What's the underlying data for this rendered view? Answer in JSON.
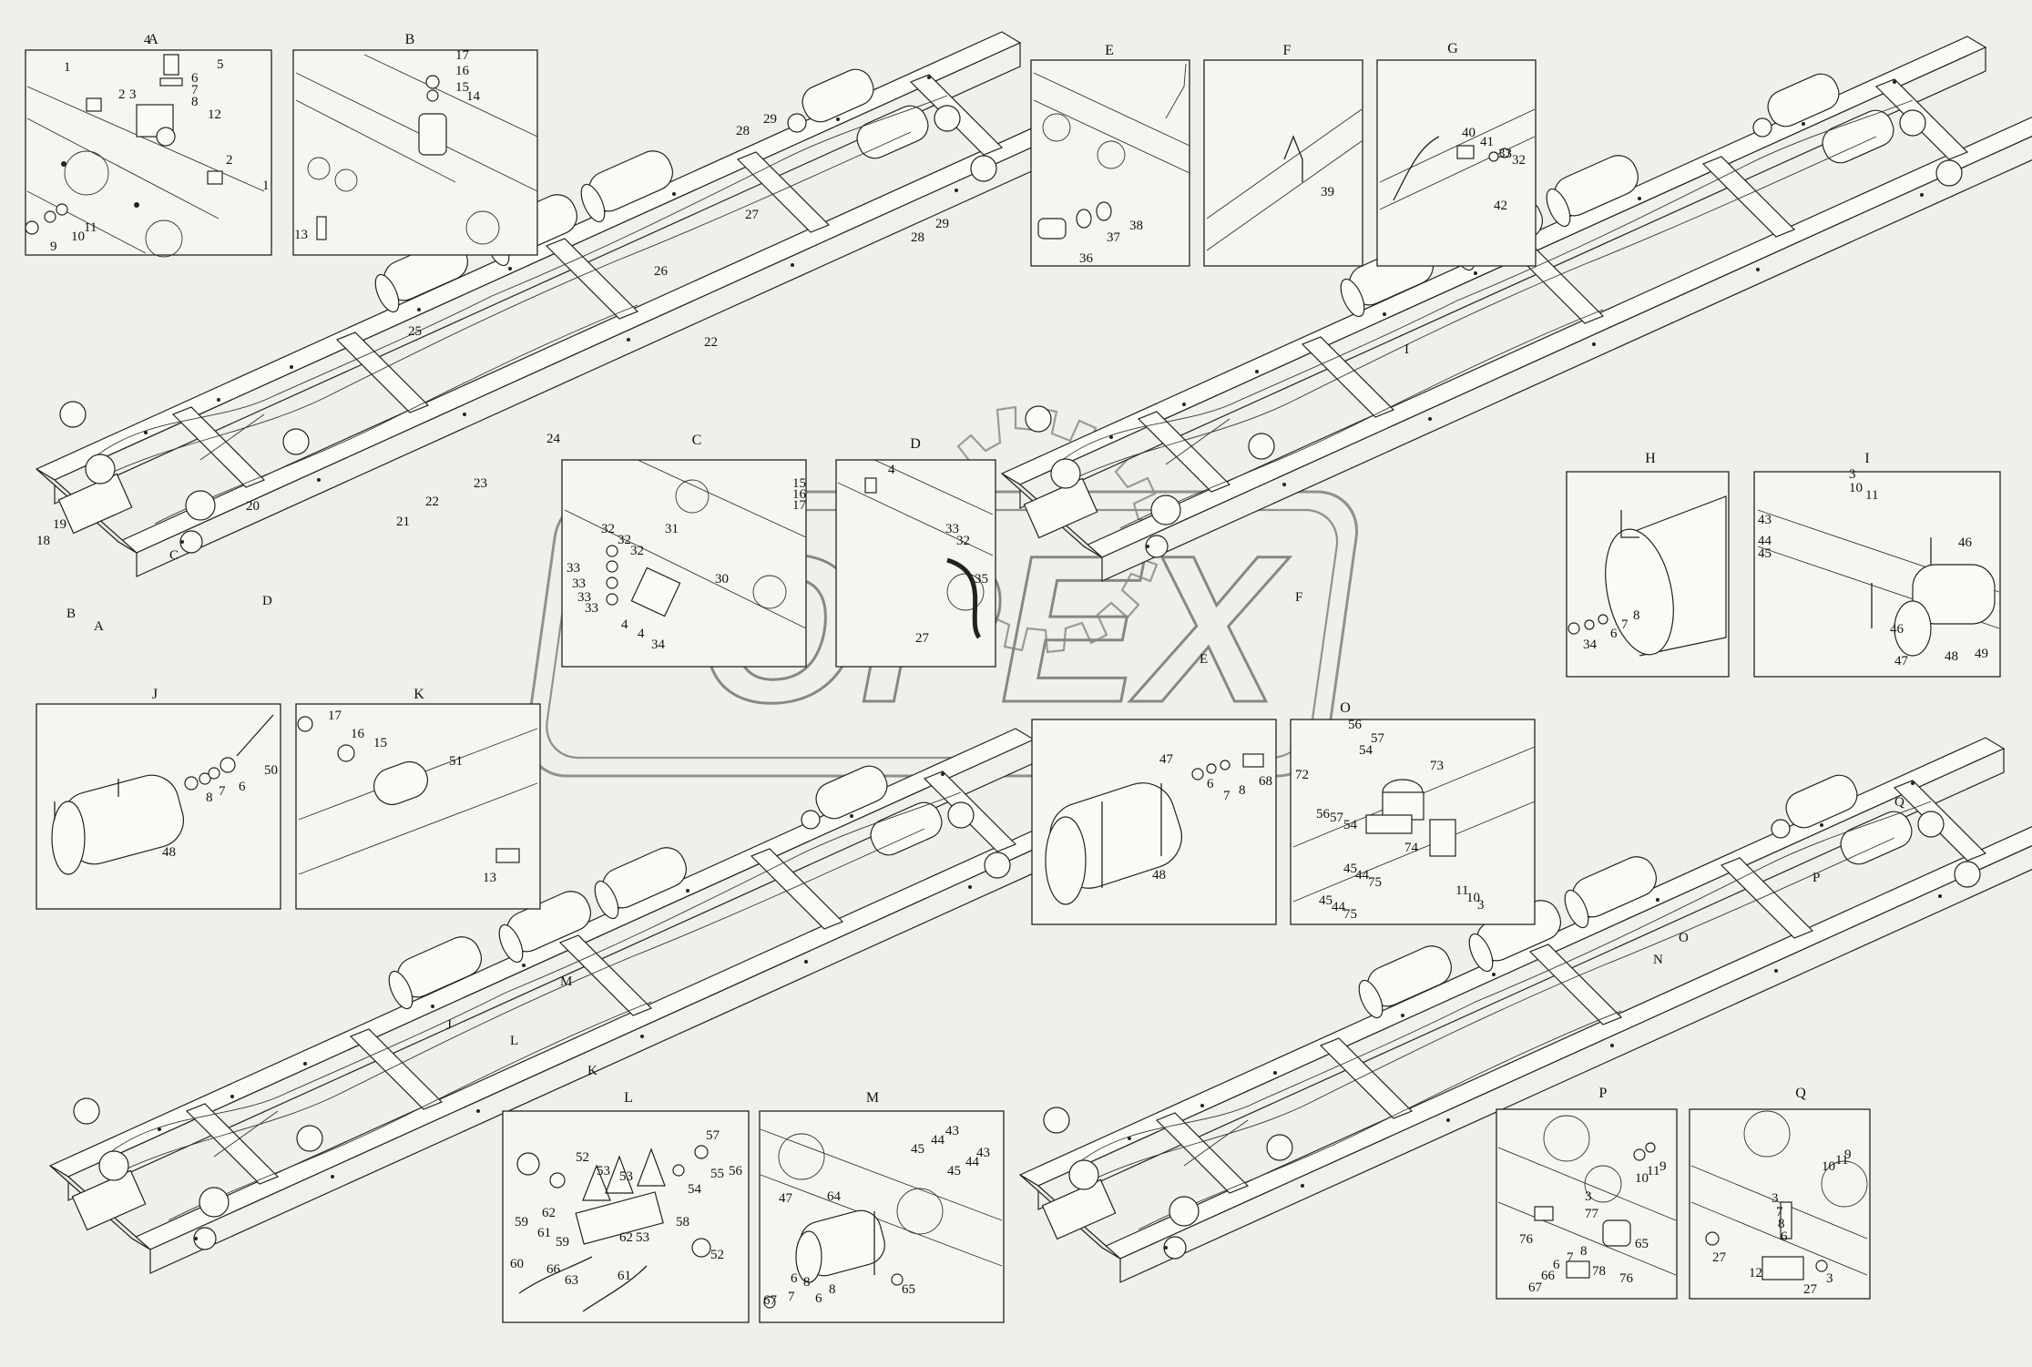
{
  "watermark": "OPEX",
  "panels": [
    {
      "key": "A",
      "title": "A",
      "callouts": [
        "1",
        "4",
        "5",
        "2",
        "3",
        "6",
        "7",
        "8",
        "12",
        "2",
        "1",
        "11",
        "10",
        "9"
      ]
    },
    {
      "key": "B",
      "title": "B",
      "callouts": [
        "17",
        "16",
        "15",
        "14",
        "13"
      ]
    },
    {
      "key": "C",
      "title": "C",
      "callouts": [
        "15",
        "16",
        "17",
        "31",
        "32",
        "32",
        "32",
        "33",
        "33",
        "33",
        "33",
        "30",
        "4",
        "4",
        "34"
      ]
    },
    {
      "key": "D",
      "title": "D",
      "callouts": [
        "4",
        "33",
        "32",
        "35",
        "27"
      ]
    },
    {
      "key": "E",
      "title": "E",
      "callouts": [
        "38",
        "37",
        "36"
      ]
    },
    {
      "key": "F",
      "title": "F",
      "callouts": [
        "39"
      ]
    },
    {
      "key": "G",
      "title": "G",
      "callouts": [
        "40",
        "41",
        "33",
        "32",
        "42"
      ]
    },
    {
      "key": "H",
      "title": "H",
      "callouts": [
        "34",
        "6",
        "7",
        "8"
      ]
    },
    {
      "key": "I",
      "title": "I",
      "callouts": [
        "3",
        "10",
        "11",
        "43",
        "44",
        "45",
        "46",
        "46",
        "47",
        "48",
        "49"
      ]
    },
    {
      "key": "J",
      "title": "J",
      "callouts": [
        "50",
        "6",
        "7",
        "8",
        "48"
      ]
    },
    {
      "key": "K",
      "title": "K",
      "callouts": [
        "17",
        "16",
        "15",
        "51",
        "13"
      ]
    },
    {
      "key": "N",
      "title": "",
      "callouts": [
        "47",
        "6",
        "7",
        "8",
        "68",
        "48"
      ]
    },
    {
      "key": "O",
      "title": "O",
      "callouts": [
        "56",
        "57",
        "54",
        "73",
        "72",
        "56",
        "57",
        "54",
        "74",
        "45",
        "44",
        "75",
        "45",
        "44",
        "75",
        "11",
        "10",
        "3"
      ]
    },
    {
      "key": "L",
      "title": "L",
      "callouts": [
        "57",
        "52",
        "53",
        "53",
        "55",
        "56",
        "54",
        "58",
        "62",
        "59",
        "61",
        "62",
        "59",
        "53",
        "52",
        "60",
        "66",
        "63",
        "61"
      ]
    },
    {
      "key": "M",
      "title": "M",
      "callouts": [
        "43",
        "44",
        "45",
        "43",
        "44",
        "45",
        "64",
        "47",
        "6",
        "8",
        "67",
        "7",
        "6",
        "8",
        "65"
      ]
    },
    {
      "key": "P",
      "title": "P",
      "callouts": [
        "10",
        "11",
        "9",
        "3",
        "77",
        "76",
        "65",
        "8",
        "7",
        "6",
        "66",
        "67",
        "78",
        "76"
      ]
    },
    {
      "key": "Q",
      "title": "Q",
      "callouts": [
        "10",
        "11",
        "9",
        "3",
        "7",
        "8",
        "6",
        "27",
        "12",
        "3",
        "27"
      ]
    }
  ],
  "chassis_top_left": {
    "callouts": [
      "28",
      "29",
      "27",
      "28",
      "29",
      "26",
      "25",
      "22",
      "24",
      "23",
      "22",
      "21",
      "20",
      "19",
      "18",
      "C",
      "D",
      "B",
      "A"
    ]
  },
  "chassis_top_right": {
    "callouts": [
      "I",
      "E",
      "F"
    ]
  },
  "chassis_bottom_left": {
    "callouts": [
      "M",
      "J",
      "L",
      "K"
    ]
  },
  "chassis_bottom_right": {
    "callouts": [
      "Q",
      "P",
      "O",
      "N"
    ]
  }
}
